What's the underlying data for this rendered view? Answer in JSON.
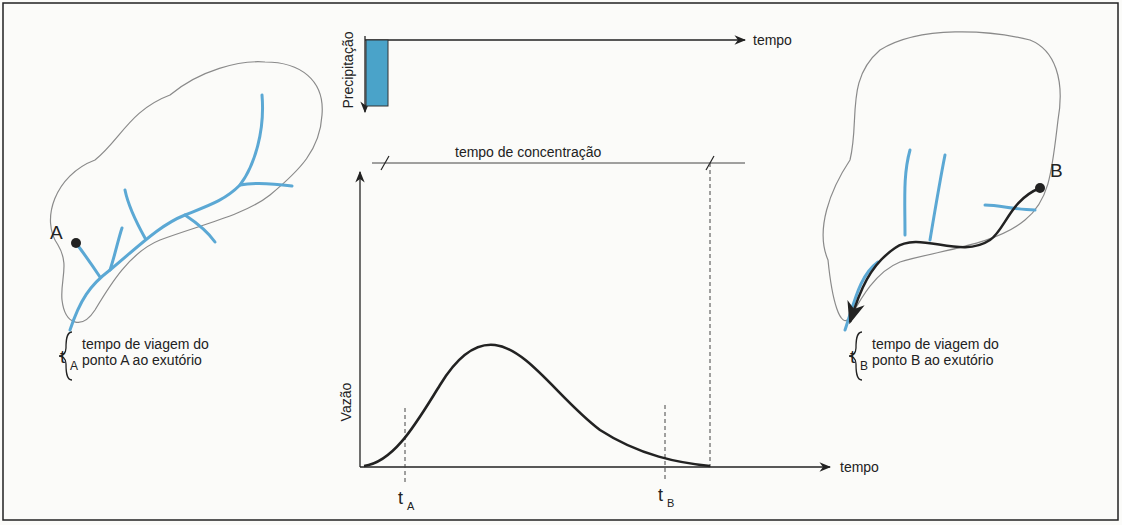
{
  "diagram": {
    "labels": [
      "A",
      "t",
      "A",
      "tempo de viagem do ponto A ao exutório",
      "Precipitação",
      "tempo",
      "tempo de concentração",
      "Vazão",
      "tempo",
      "t",
      "A",
      "t",
      "B",
      "B",
      "t",
      "B",
      "tempo de viagem do ponto B ao exutório"
    ]
  }
}
